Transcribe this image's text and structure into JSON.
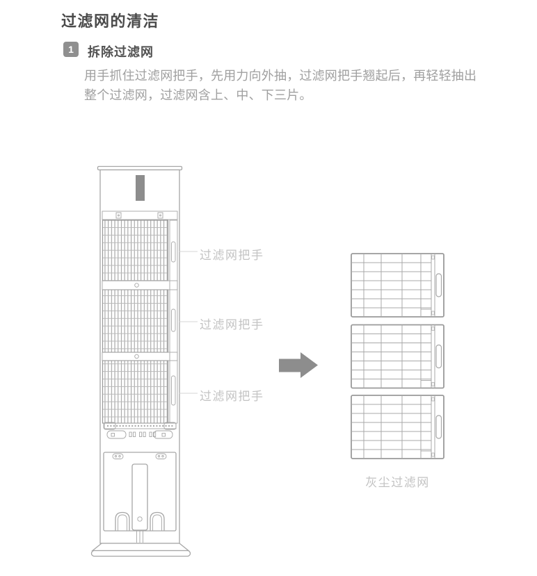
{
  "page_title": "过滤网的清洁",
  "step": {
    "number": "1",
    "title": "拆除过滤网",
    "body_lines": [
      "用手抓住过滤网把手，先用力向外抽，过滤网把手翘起后，再轻轻抽出",
      "整个过滤网，过滤网含上、中、下三片。"
    ]
  },
  "diagram": {
    "handle_labels": [
      "过滤网把手",
      "过滤网把手",
      "过滤网把手"
    ],
    "caption": "灰尘过滤网",
    "arrow_icon": "right-arrow"
  },
  "theme": {
    "heading_text": "#4a4a4a",
    "step_title": "#525252",
    "body_text": "#9f9f9f",
    "label_text": "#c3c3c3",
    "badge_bg": "#8f8f8f",
    "outline": "#a6a6a6",
    "grid_edge": "#9a9a9a",
    "dark_accent": "#8d8d8d",
    "leader_line": "#d4d4d4"
  }
}
